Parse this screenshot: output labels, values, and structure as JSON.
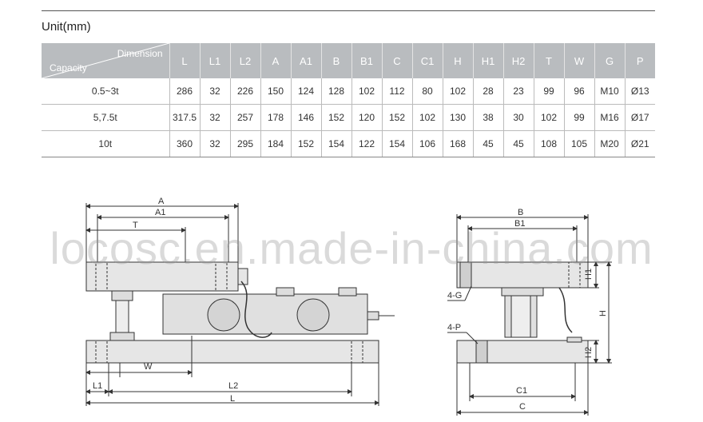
{
  "unit_label": "Unit(mm)",
  "table": {
    "corner_dimension": "Dimension",
    "corner_capacity": "Capacity",
    "columns": [
      "L",
      "L1",
      "L2",
      "A",
      "A1",
      "B",
      "B1",
      "C",
      "C1",
      "H",
      "H1",
      "H2",
      "T",
      "W",
      "G",
      "P"
    ],
    "rows": [
      {
        "capacity": "0.5~3t",
        "values": [
          "286",
          "32",
          "226",
          "150",
          "124",
          "128",
          "102",
          "112",
          "80",
          "102",
          "28",
          "23",
          "99",
          "96",
          "M10",
          "Ø13"
        ]
      },
      {
        "capacity": "5,7.5t",
        "values": [
          "317.5",
          "32",
          "257",
          "178",
          "146",
          "152",
          "120",
          "152",
          "102",
          "130",
          "38",
          "30",
          "102",
          "99",
          "M16",
          "Ø17"
        ]
      },
      {
        "capacity": "10t",
        "values": [
          "360",
          "32",
          "295",
          "184",
          "152",
          "154",
          "122",
          "154",
          "106",
          "168",
          "45",
          "45",
          "108",
          "105",
          "M20",
          "Ø21"
        ]
      }
    ]
  },
  "drawing_labels": {
    "A": "A",
    "A1": "A1",
    "T": "T",
    "W": "W",
    "L1": "L1",
    "L2": "L2",
    "L": "L",
    "B": "B",
    "B1": "B1",
    "H1": "H1",
    "H": "H",
    "H2": "H2",
    "G4": "4-G",
    "P4": "4-P",
    "C1": "C1",
    "C": "C"
  },
  "watermark": "locosc.en.made-in-china.com"
}
